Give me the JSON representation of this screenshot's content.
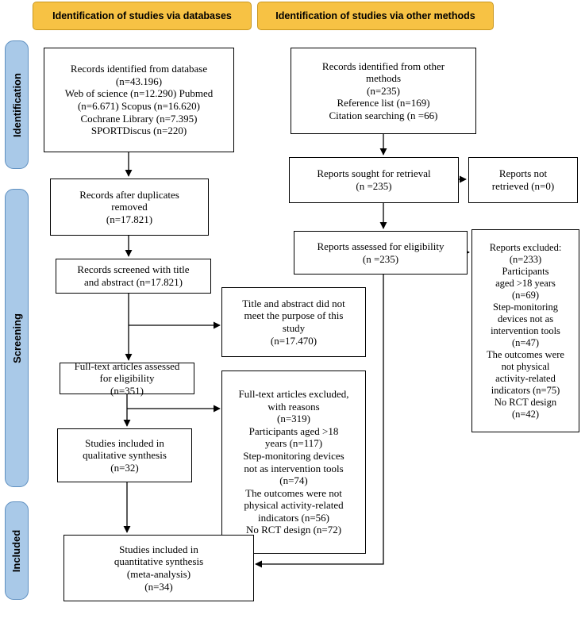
{
  "headers": {
    "databases": "Identification of studies via databases",
    "other_methods": "Identification of studies via other methods"
  },
  "phases": {
    "identification": "Identification",
    "screening": "Screening",
    "included": "Included"
  },
  "db": {
    "records_identified": [
      "Records identified from database",
      "(n=43.196)",
      "Web of science (n=12.290) Pubmed",
      "(n=6.671) Scopus (n=16.620)",
      "Cochrane Library (n=7.395)",
      "SPORTDiscus (n=220)"
    ],
    "after_duplicates": [
      "Records after duplicates",
      "removed",
      "(n=17.821)"
    ],
    "screened": [
      "Records screened with title",
      "and abstract (n=17.821)"
    ],
    "title_abstract_excluded": [
      "Title and abstract did not",
      "meet the purpose of this",
      "study",
      "(n=17.470)"
    ],
    "fulltext_assessed": [
      "Full-text articles assessed",
      "for eligibility",
      "(n=351)"
    ],
    "fulltext_excluded": [
      "Full-text articles excluded,",
      "with reasons",
      "(n=319)",
      "Participants aged >18",
      "years (n=117)",
      "Step-monitoring devices",
      "not as intervention tools",
      "(n=74)",
      "The outcomes were not",
      "physical activity-related",
      "indicators (n=56)",
      "No RCT design (n=72)"
    ],
    "qualitative": [
      "Studies included in",
      "qualitative synthesis",
      "(n=32)"
    ],
    "quantitative": [
      "Studies included in",
      "quantitative synthesis",
      "(meta-analysis)",
      "(n=34)"
    ]
  },
  "other": {
    "records_identified": [
      "Records identified from other",
      "methods",
      "(n=235)",
      "Reference list (n=169)",
      "Citation searching (n =66)"
    ],
    "sought": [
      "Reports sought for retrieval",
      "(n =235)"
    ],
    "not_retrieved": [
      "Reports not",
      "retrieved (n=0)"
    ],
    "assessed": [
      "Reports assessed for eligibility",
      "(n =235)"
    ],
    "excluded": [
      "Reports excluded:",
      "(n=233)",
      "Participants",
      "aged >18 years",
      "(n=69)",
      "Step-monitoring",
      "devices not as",
      "intervention tools",
      "(n=47)",
      "The outcomes were",
      "not physical",
      "activity-related",
      "indicators (n=75)",
      "No RCT design",
      "(n=42)"
    ]
  }
}
